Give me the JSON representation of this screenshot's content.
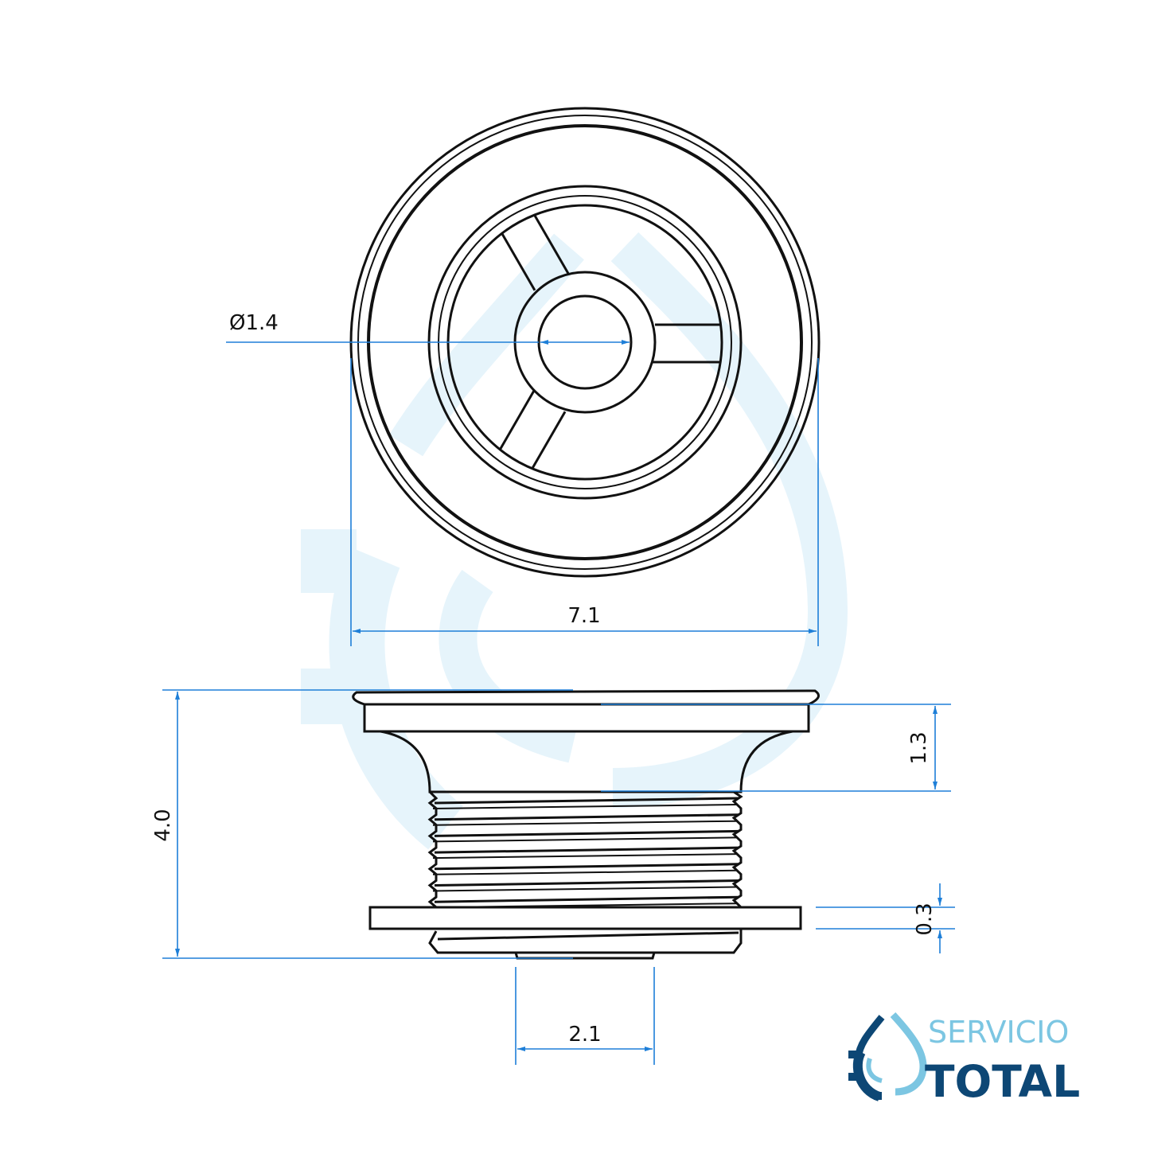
{
  "drawing": {
    "dimensions": {
      "hole_diameter": "Ø1.4",
      "outer_diameter": "7.1",
      "total_height": "4.0",
      "flange_height": "1.3",
      "washer_thickness": "0.3",
      "outlet_width": "2.1"
    }
  },
  "logo": {
    "line1": "SERVICIO",
    "line2": "TOTAL"
  },
  "colors": {
    "dimension": "#1e7fd8",
    "outline": "#111111",
    "watermark": "#e6f4fb",
    "logo_light": "#7cc6e2",
    "logo_dark": "#0d4775"
  }
}
